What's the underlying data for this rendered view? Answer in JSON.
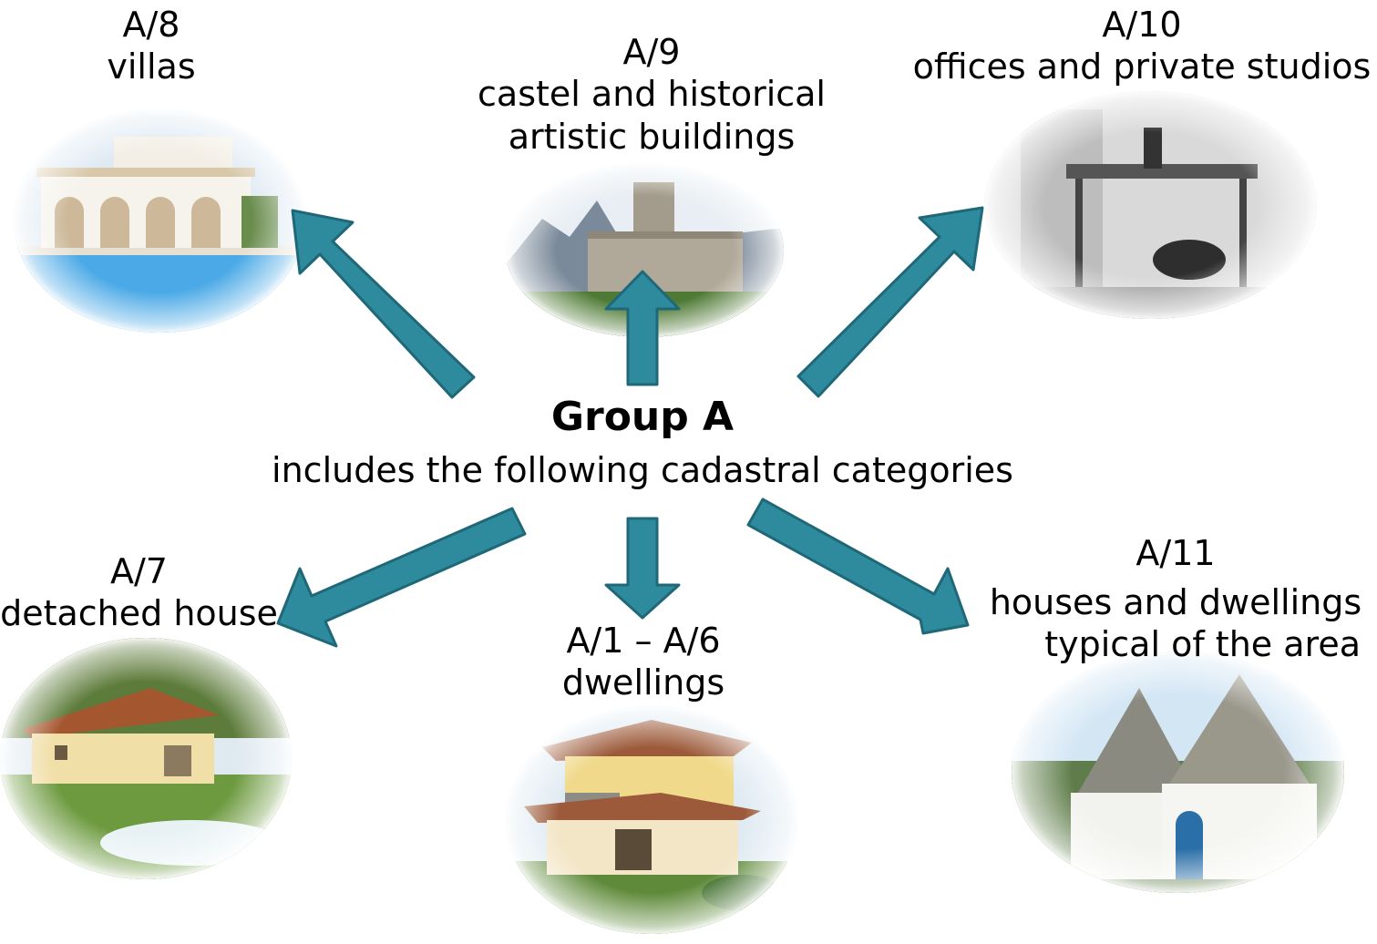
{
  "center": {
    "title": "Group A",
    "subtitle": "includes the following cadastral categories"
  },
  "categories": [
    {
      "code": "A/8",
      "lines": [
        "villas"
      ],
      "image": "villa-with-pool"
    },
    {
      "code": "A/9",
      "lines": [
        "castel and historical",
        "artistic buildings"
      ],
      "image": "castle"
    },
    {
      "code": "A/10",
      "lines": [
        "offices and private studios"
      ],
      "image": "office-desk"
    },
    {
      "code": "A/7",
      "lines": [
        "detached house"
      ],
      "image": "single-storey-house"
    },
    {
      "code": "A/1 – A/6",
      "lines": [
        "dwellings"
      ],
      "image": "two-storey-house"
    },
    {
      "code": "A/11",
      "lines": [
        "houses and dwellings",
        "typical of the area"
      ],
      "image": "trulli-houses"
    }
  ],
  "colors": {
    "arrow_fill": "#2e8b9e",
    "arrow_stroke": "#1f6878",
    "text": "#000000"
  }
}
